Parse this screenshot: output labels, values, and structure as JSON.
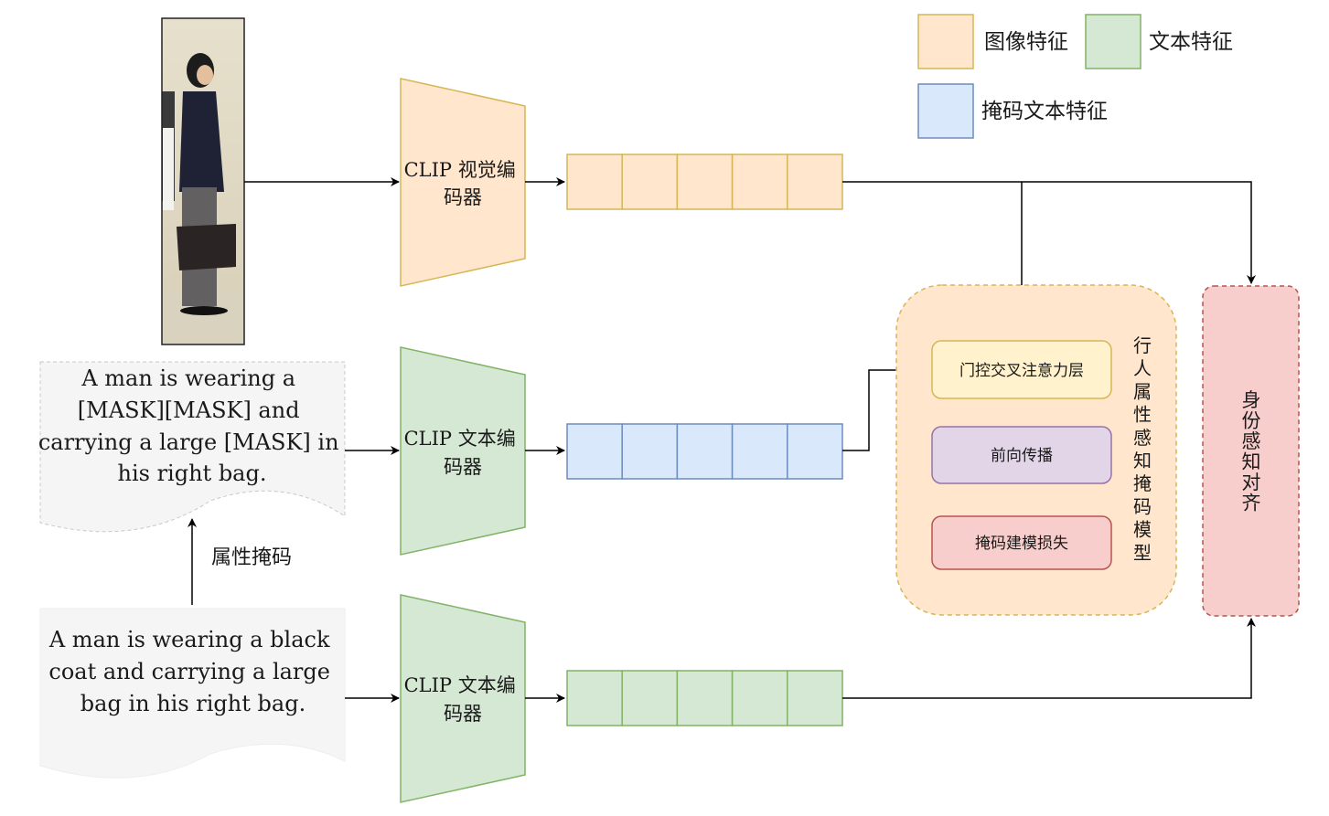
{
  "legend": {
    "items": [
      {
        "label": "图像特征",
        "fill": "#ffe6cc",
        "stroke": "#d6b656"
      },
      {
        "label": "文本特征",
        "fill": "#d5e8d4",
        "stroke": "#82b366"
      },
      {
        "label": "掩码文本特征",
        "fill": "#dae8fc",
        "stroke": "#6c8ebf"
      }
    ]
  },
  "inputs": {
    "image_alt": "pedestrian photo",
    "masked_text": [
      "A man is wearing a",
      "[MASK][MASK] and",
      "carrying a large [MASK] in",
      "his right bag."
    ],
    "original_text": [
      "A man is wearing a black",
      "coat and carrying a large",
      "bag in his right bag."
    ],
    "mask_op_label": "属性掩码"
  },
  "encoders": {
    "visual": [
      "CLIP 视觉编",
      "码器"
    ],
    "text_masked": [
      "CLIP 文本编",
      "码器"
    ],
    "text": [
      "CLIP 文本编",
      "码器"
    ]
  },
  "feature_tokens": {
    "count": 5
  },
  "mask_model": {
    "title_chars": [
      "行",
      "人",
      "属",
      "性",
      "感",
      "知",
      "掩",
      "码",
      "模",
      "型"
    ],
    "blocks": [
      {
        "label": "门控交叉注意力层",
        "fill": "#fff2cc",
        "stroke": "#d6b656"
      },
      {
        "label": "前向传播",
        "fill": "#e1d5e7",
        "stroke": "#9673a6"
      },
      {
        "label": "掩码建模损失",
        "fill": "#f8cecc",
        "stroke": "#b85450"
      }
    ],
    "container_fill": "#ffe6cc",
    "container_stroke": "#d6b656"
  },
  "alignment": {
    "title_chars": [
      "身",
      "份",
      "感",
      "知",
      "对",
      "齐"
    ],
    "fill": "#f8cecc",
    "stroke": "#b85450"
  }
}
